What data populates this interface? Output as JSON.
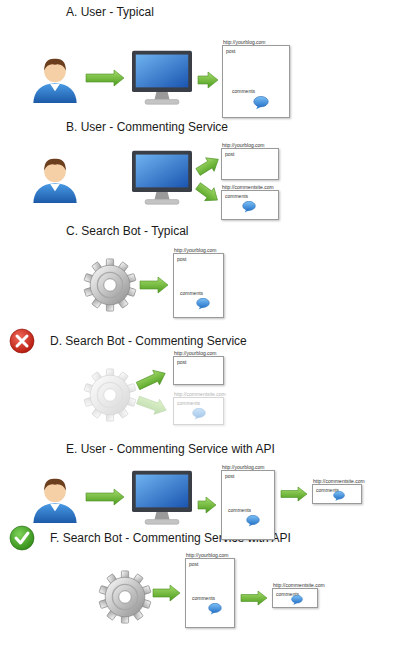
{
  "diagram": {
    "nodes": [
      {
        "text": [
          "http://yourblog.com",
          "post",
          "comments"
        ]
      },
      {
        "text": [
          "http://yourblog.com",
          "post"
        ]
      },
      {
        "text": [
          "http://commentsite.com",
          "comments"
        ]
      },
      {
        "text": [
          "http://yourblog.com",
          "post",
          "comments"
        ]
      },
      {
        "text": [
          "http://yourblog.com",
          "post"
        ]
      },
      {
        "text": [
          "http://commentsite.com",
          "comments"
        ]
      },
      {
        "text": [
          "http://yourblog.com",
          "post",
          "comments"
        ]
      },
      {
        "text": [
          "http://commentsite.com",
          "comments"
        ]
      },
      {
        "text": [
          "http://yourblog.com",
          "post",
          "comments"
        ]
      },
      {
        "text": [
          "http://commentsite.com",
          "comments"
        ]
      }
    ],
    "edges": [
      {
        "from": 6,
        "to": 7,
        "arrow": "to"
      },
      {
        "from": 8,
        "to": 9,
        "arrow": "to"
      }
    ],
    "labels": [
      "A. User - Typical",
      "B. User - Commenting Service",
      "C. Search Bot - Typical",
      "D. Search Bot - Commenting Service",
      "E. User - Commenting Service with API",
      "F. Search Bot - Commenting Service with API"
    ]
  }
}
